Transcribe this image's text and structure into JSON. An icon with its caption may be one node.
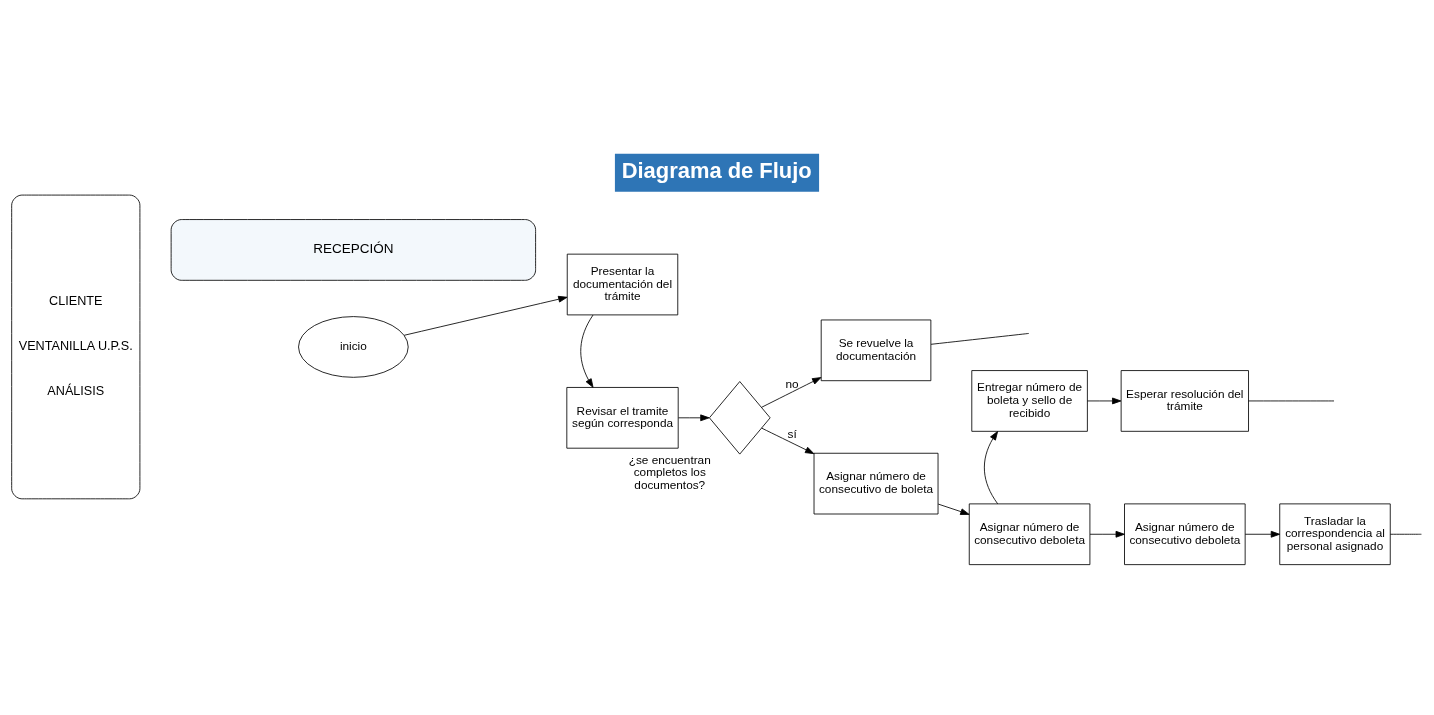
{
  "diagram": {
    "title": "Diagrama de Flujo",
    "nodes": [
      {
        "text": [
          "RECEPCIÓN"
        ]
      },
      {
        "text": [
          "CLIENTE",
          "VENTANILLA U.P.S.",
          "ANÁLISIS"
        ]
      },
      {
        "text": [
          "inicio"
        ]
      },
      {
        "text": [
          "Presentar la documentación del trámite"
        ]
      },
      {
        "text": [
          "Se revuelve la documentación"
        ]
      },
      {
        "text": [
          "Entregar número de boleta y sello de recibido"
        ]
      },
      {
        "text": [
          "Esperar resolución del trámite"
        ]
      },
      {
        "text": [
          "Revisar el tramite según corresponda"
        ]
      },
      {
        "text": [],
        "shape": "diamond",
        "beside": [
          "¿se encuentran completos los documentos?"
        ]
      },
      {
        "text": [
          "Asignar número de consecutivo de boleta"
        ]
      },
      {
        "text": [
          "Asignar número de consecutivo deboleta"
        ]
      },
      {
        "text": [
          "Asignar número de consecutivo deboleta"
        ]
      },
      {
        "text": [
          "Trasladar la correspondencia al personal asignado"
        ]
      }
    ],
    "edges": [
      {
        "from": 2,
        "to": 3,
        "arrow": "to"
      },
      {
        "from": 3,
        "to": 7,
        "arrow": "to"
      },
      {
        "from": 7,
        "to": 8,
        "arrow": "to"
      },
      {
        "from": 8,
        "to": 4,
        "arrow": "to",
        "label": "no"
      },
      {
        "from": 8,
        "to": 9,
        "arrow": "to",
        "label": "sí"
      },
      {
        "from": 9,
        "to": 10,
        "arrow": "to"
      },
      {
        "from": 10,
        "to": 5,
        "arrow": "to"
      },
      {
        "from": 5,
        "to": 6,
        "arrow": "to"
      },
      {
        "from": 10,
        "to": 11,
        "arrow": "to"
      },
      {
        "from": 11,
        "to": 12,
        "arrow": "to"
      },
      {
        "from": 4,
        "to": null,
        "arrow": "none"
      },
      {
        "from": 6,
        "to": null,
        "arrow": "none"
      },
      {
        "from": 12,
        "to": null,
        "arrow": "none"
      }
    ]
  }
}
